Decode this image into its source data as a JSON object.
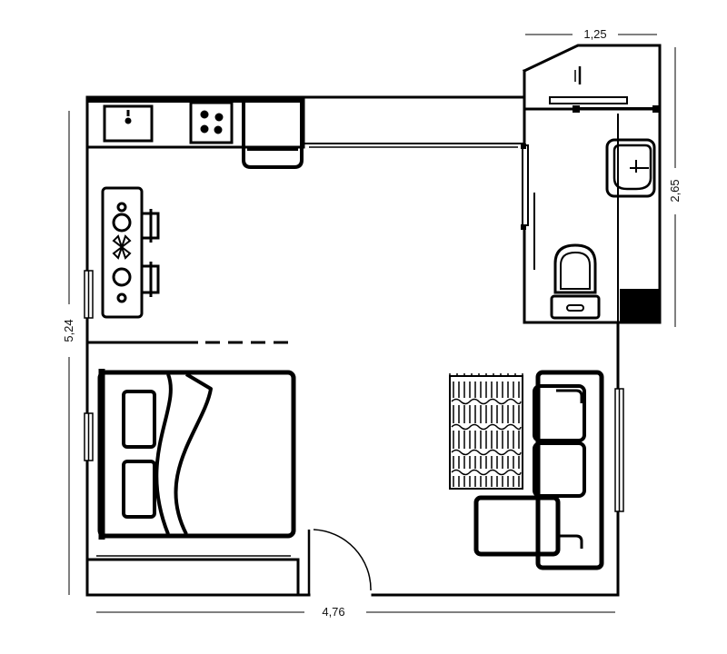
{
  "dimensions": {
    "width": "4,76",
    "height": "5,24",
    "bathroom_width": "1,25",
    "bathroom_height": "2,65"
  },
  "colors": {
    "wall": "#000000",
    "line": "#111111",
    "background": "#ffffff"
  },
  "icons": [
    "sink-icon",
    "stove-icon",
    "fridge-icon",
    "dining-table-icon",
    "bed-icon",
    "sofa-icon",
    "rug-icon",
    "toilet-icon",
    "washbasin-icon",
    "shower-tray-icon",
    "door-icon",
    "window-icon"
  ]
}
